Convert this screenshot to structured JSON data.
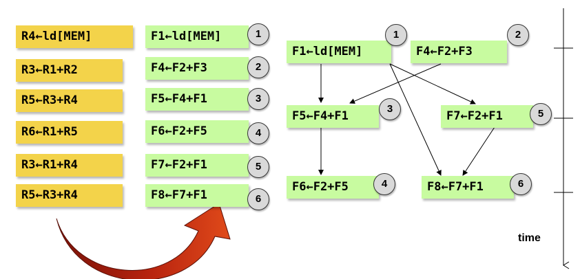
{
  "original_code": [
    "R4←ld[MEM]",
    "R3←R1+R2",
    "R5←R3+R4",
    "R6←R1+R5",
    "R3←R1+R4",
    "R5←R3+R4"
  ],
  "renamed_code": [
    {
      "text": "F1←ld[MEM]",
      "num": "1"
    },
    {
      "text": "F4←F2+F3",
      "num": "2"
    },
    {
      "text": "F5←F4+F1",
      "num": "3"
    },
    {
      "text": "F6←F2+F5",
      "num": "4"
    },
    {
      "text": "F7←F2+F1",
      "num": "5"
    },
    {
      "text": "F8←F7+F1",
      "num": "6"
    }
  ],
  "graph_nodes": [
    {
      "text": "F1←ld[MEM]",
      "num": "1"
    },
    {
      "text": "F4←F2+F3",
      "num": "2"
    },
    {
      "text": "F5←F4+F1",
      "num": "3"
    },
    {
      "text": "F7←F2+F1",
      "num": "5"
    },
    {
      "text": "F6←F2+F5",
      "num": "4"
    },
    {
      "text": "F8←F7+F1",
      "num": "6"
    }
  ],
  "time_axis": {
    "label": "time"
  },
  "colors": {
    "original": "#f3d34a",
    "renamed": "#c8fba0",
    "badge": "#d9d9d9",
    "arrow": "#c2301a"
  }
}
